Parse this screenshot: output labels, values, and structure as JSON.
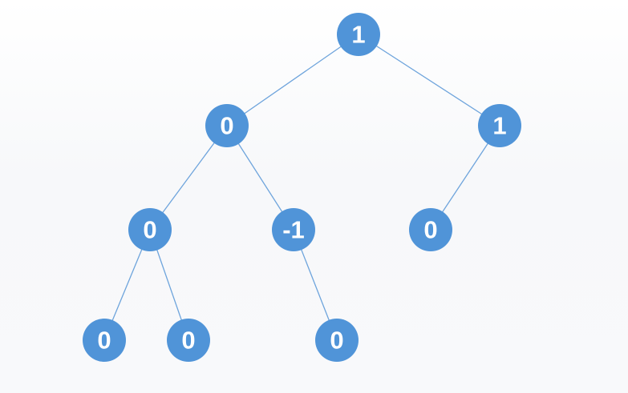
{
  "tree": {
    "node_color": "#5094d8",
    "edge_color": "#6ea4dc",
    "label_color": "#ffffff",
    "nodes": [
      {
        "id": "n-root",
        "label": "1"
      },
      {
        "id": "n-left",
        "label": "0"
      },
      {
        "id": "n-right",
        "label": "1"
      },
      {
        "id": "n-left-left",
        "label": "0"
      },
      {
        "id": "n-left-right",
        "label": "-1"
      },
      {
        "id": "n-right-left",
        "label": "0"
      },
      {
        "id": "n-lll",
        "label": "0"
      },
      {
        "id": "n-llr",
        "label": "0"
      },
      {
        "id": "n-lrr",
        "label": "0"
      }
    ],
    "edges": [
      [
        "n-root",
        "n-left"
      ],
      [
        "n-root",
        "n-right"
      ],
      [
        "n-left",
        "n-left-left"
      ],
      [
        "n-left",
        "n-left-right"
      ],
      [
        "n-right",
        "n-right-left"
      ],
      [
        "n-left-left",
        "n-lll"
      ],
      [
        "n-left-left",
        "n-llr"
      ],
      [
        "n-left-right",
        "n-lrr"
      ]
    ]
  }
}
